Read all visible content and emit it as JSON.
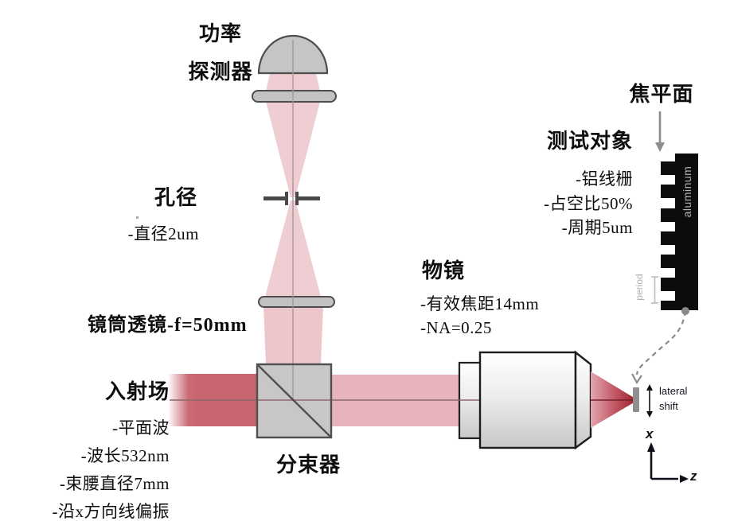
{
  "detector": {
    "line1": "功率",
    "line2": "探测器"
  },
  "aperture": {
    "title": "孔径",
    "detail": "-直径2um"
  },
  "tube_lens": {
    "label": "镜筒透镜-f=50mm"
  },
  "incident_field": {
    "title": "入射场",
    "details": [
      "-平面波",
      "-波长532nm",
      "-束腰直径7mm",
      "-沿x方向线偏振"
    ]
  },
  "beam_splitter": {
    "label": "分束器"
  },
  "objective": {
    "title": "物镜",
    "details": [
      "-有效焦距14mm",
      "-NA=0.25"
    ]
  },
  "focal_plane": {
    "label": "焦平面"
  },
  "test_object": {
    "title": "测试对象",
    "details": [
      "-铝线栅",
      "-占空比50%",
      "-周期5um"
    ]
  },
  "grating": {
    "material": "aluminum",
    "period": "period"
  },
  "focus_region": {
    "lateral": "lateral",
    "shift": "shift"
  },
  "axes": {
    "vertical": "x",
    "horizontal": "z"
  },
  "colors": {
    "beam_light_pink": "#f0cdd2",
    "beam_to_splitter": "#edc6cc",
    "beam_through": "#e7b4bb",
    "beam_incident": "#c76470",
    "cone_dark_red": "#9c222e",
    "component_gray": "#c6c5c5",
    "component_border": "#4d4d4d",
    "grating_black": "#0c0c0c",
    "annotation_gray": "#8a8a8a",
    "period_gray": "#bdbdbd"
  }
}
